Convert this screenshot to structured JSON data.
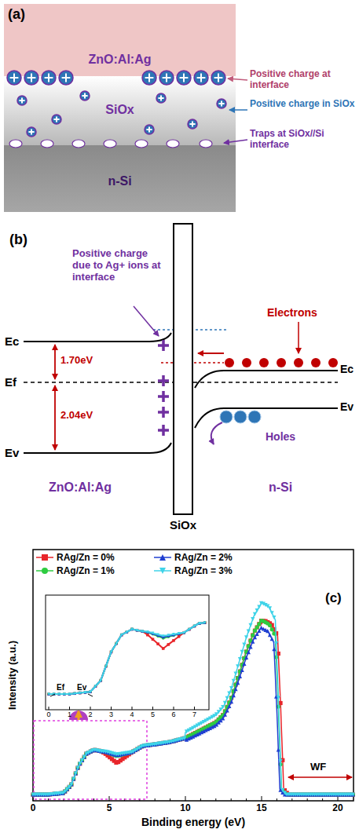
{
  "diagram": {
    "nodes": [
      {
        "text": [
          "ZnO:Al:Ag"
        ]
      },
      {
        "text": [
          "SiOx"
        ]
      },
      {
        "text": [
          "n-Si"
        ]
      }
    ],
    "labels": [
      "(a)",
      "Positive charge at interface",
      "Positive charge in SiOx",
      "Traps at SiOx//Si interface",
      "(b)",
      "Positive charge due to Ag+ ions at interface",
      "Ec",
      "1.70eV",
      "Ef",
      "2.04eV",
      "Ev",
      "Electrons",
      "Ec",
      "Ev",
      "Holes",
      "ZnO:Al:Ag",
      "n-Si",
      "SiOx",
      "(c)",
      "Intensity (a.u.)",
      "Binding energy (eV)",
      "0",
      "5",
      "10",
      "15",
      "20",
      "WF",
      "Ef",
      "Ev",
      "0",
      "1",
      "2",
      "3",
      "4",
      "5",
      "6",
      "7"
    ],
    "legend": [
      {
        "text": "RAg/Zn = 0%"
      },
      {
        "text": "RAg/Zn = 2%"
      },
      {
        "text": "RAg/Zn = 1%"
      },
      {
        "text": "RAg/Zn = 3%"
      }
    ]
  }
}
